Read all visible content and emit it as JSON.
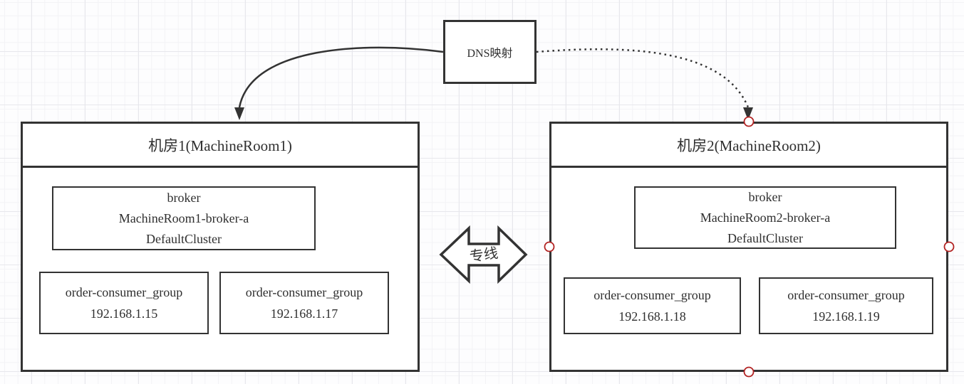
{
  "dns": {
    "label": "DNS映射"
  },
  "link": {
    "label": "专线"
  },
  "rooms": [
    {
      "title": "机房1(MachineRoom1)",
      "broker": {
        "type": "broker",
        "name": "MachineRoom1-broker-a",
        "cluster": "DefaultCluster"
      },
      "consumers": [
        {
          "group": "order-consumer_group",
          "ip": "192.168.1.15"
        },
        {
          "group": "order-consumer_group",
          "ip": "192.168.1.17"
        }
      ]
    },
    {
      "title": "机房2(MachineRoom2)",
      "broker": {
        "type": "broker",
        "name": "MachineRoom2-broker-a",
        "cluster": "DefaultCluster"
      },
      "consumers": [
        {
          "group": "order-consumer_group",
          "ip": "192.168.1.18"
        },
        {
          "group": "order-consumer_group",
          "ip": "192.168.1.19"
        }
      ]
    }
  ],
  "colors": {
    "shape_stroke": "#333333",
    "shape_fill": "#ffffff",
    "anchor_stroke": "#b22222",
    "grid_major": "#e7e7ec",
    "grid_minor": "#f3f3f6"
  }
}
